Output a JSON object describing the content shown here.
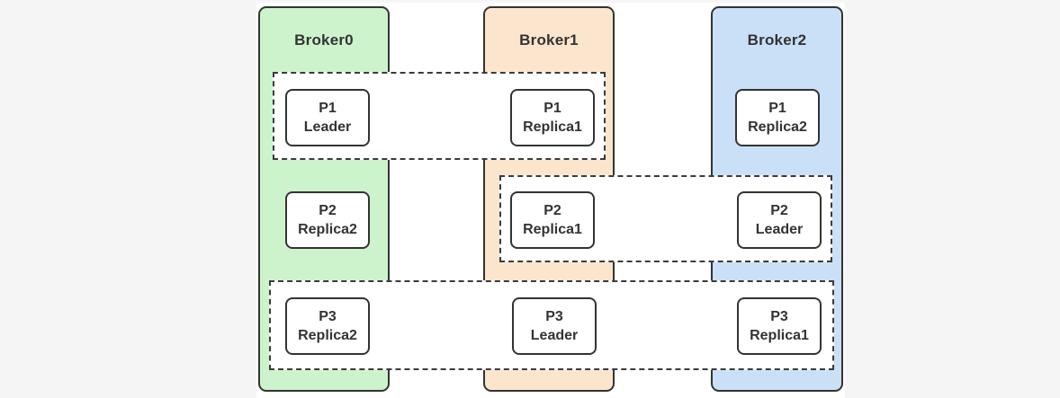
{
  "colors": {
    "page_background": "#f5f5f6",
    "canvas_background": "#ffffff",
    "border": "#333333",
    "text": "#333333",
    "broker0_fill": "#cdf3cc",
    "broker1_fill": "#fce5cd",
    "broker2_fill": "#cae0f6"
  },
  "brokers": [
    {
      "label": "Broker0"
    },
    {
      "label": "Broker1"
    },
    {
      "label": "Broker2"
    }
  ],
  "partition_boxes": [
    {
      "partition": "P1",
      "role": "Leader",
      "broker": "Broker0"
    },
    {
      "partition": "P1",
      "role": "Replica1",
      "broker": "Broker1"
    },
    {
      "partition": "P1",
      "role": "Replica2",
      "broker": "Broker2"
    },
    {
      "partition": "P2",
      "role": "Replica2",
      "broker": "Broker0"
    },
    {
      "partition": "P2",
      "role": "Replica1",
      "broker": "Broker1"
    },
    {
      "partition": "P2",
      "role": "Leader",
      "broker": "Broker2"
    },
    {
      "partition": "P3",
      "role": "Replica2",
      "broker": "Broker0"
    },
    {
      "partition": "P3",
      "role": "Leader",
      "broker": "Broker1"
    },
    {
      "partition": "P3",
      "role": "Replica1",
      "broker": "Broker2"
    }
  ],
  "replica_groups": [
    {
      "partition": "P1",
      "spans": [
        "Broker0",
        "Broker1"
      ]
    },
    {
      "partition": "P2",
      "spans": [
        "Broker1",
        "Broker2"
      ]
    },
    {
      "partition": "P3",
      "spans": [
        "Broker0",
        "Broker1",
        "Broker2"
      ]
    }
  ]
}
